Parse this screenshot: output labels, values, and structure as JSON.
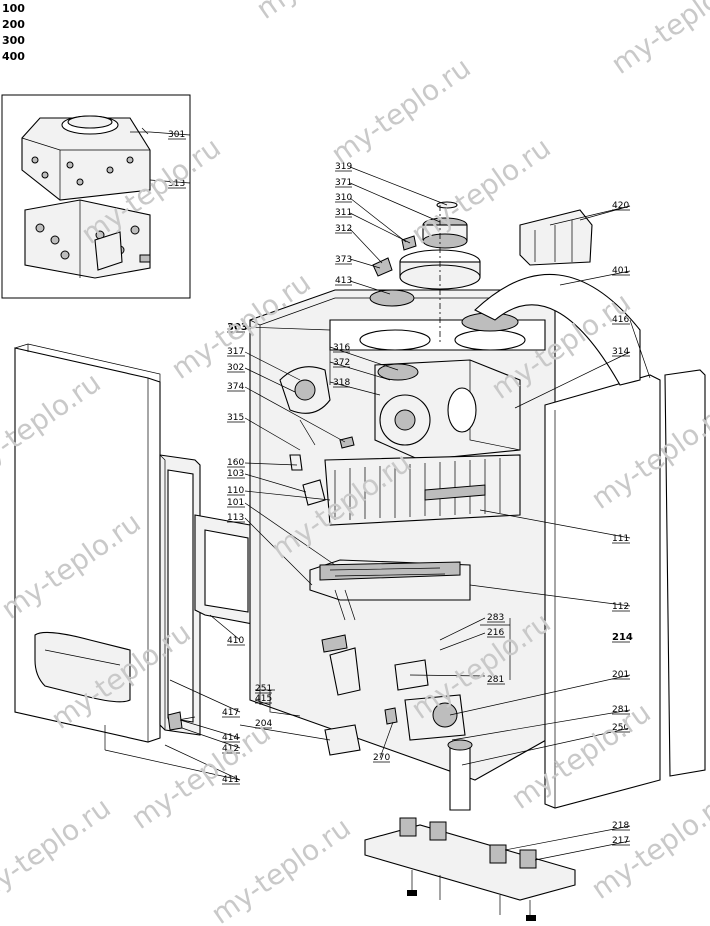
{
  "header_codes": [
    "100",
    "200",
    "300",
    "400"
  ],
  "inset_labels": [
    "301",
    "313"
  ],
  "part_labels": [
    "319",
    "371",
    "310",
    "311",
    "312",
    "373",
    "413",
    "303",
    "316",
    "372",
    "318",
    "317",
    "302",
    "374",
    "315",
    "160",
    "103",
    "110",
    "101",
    "113",
    "420",
    "401",
    "416",
    "314",
    "111",
    "112",
    "283",
    "216",
    "214",
    "281",
    "201",
    "281",
    "250",
    "251",
    "415",
    "417",
    "204",
    "414",
    "412",
    "410",
    "411",
    "270",
    "218",
    "217"
  ],
  "watermark": "my-teplo.ru",
  "colors": {
    "line": "#000000",
    "fill": "#f2f2f2",
    "watermark": "#c9c9c9"
  }
}
